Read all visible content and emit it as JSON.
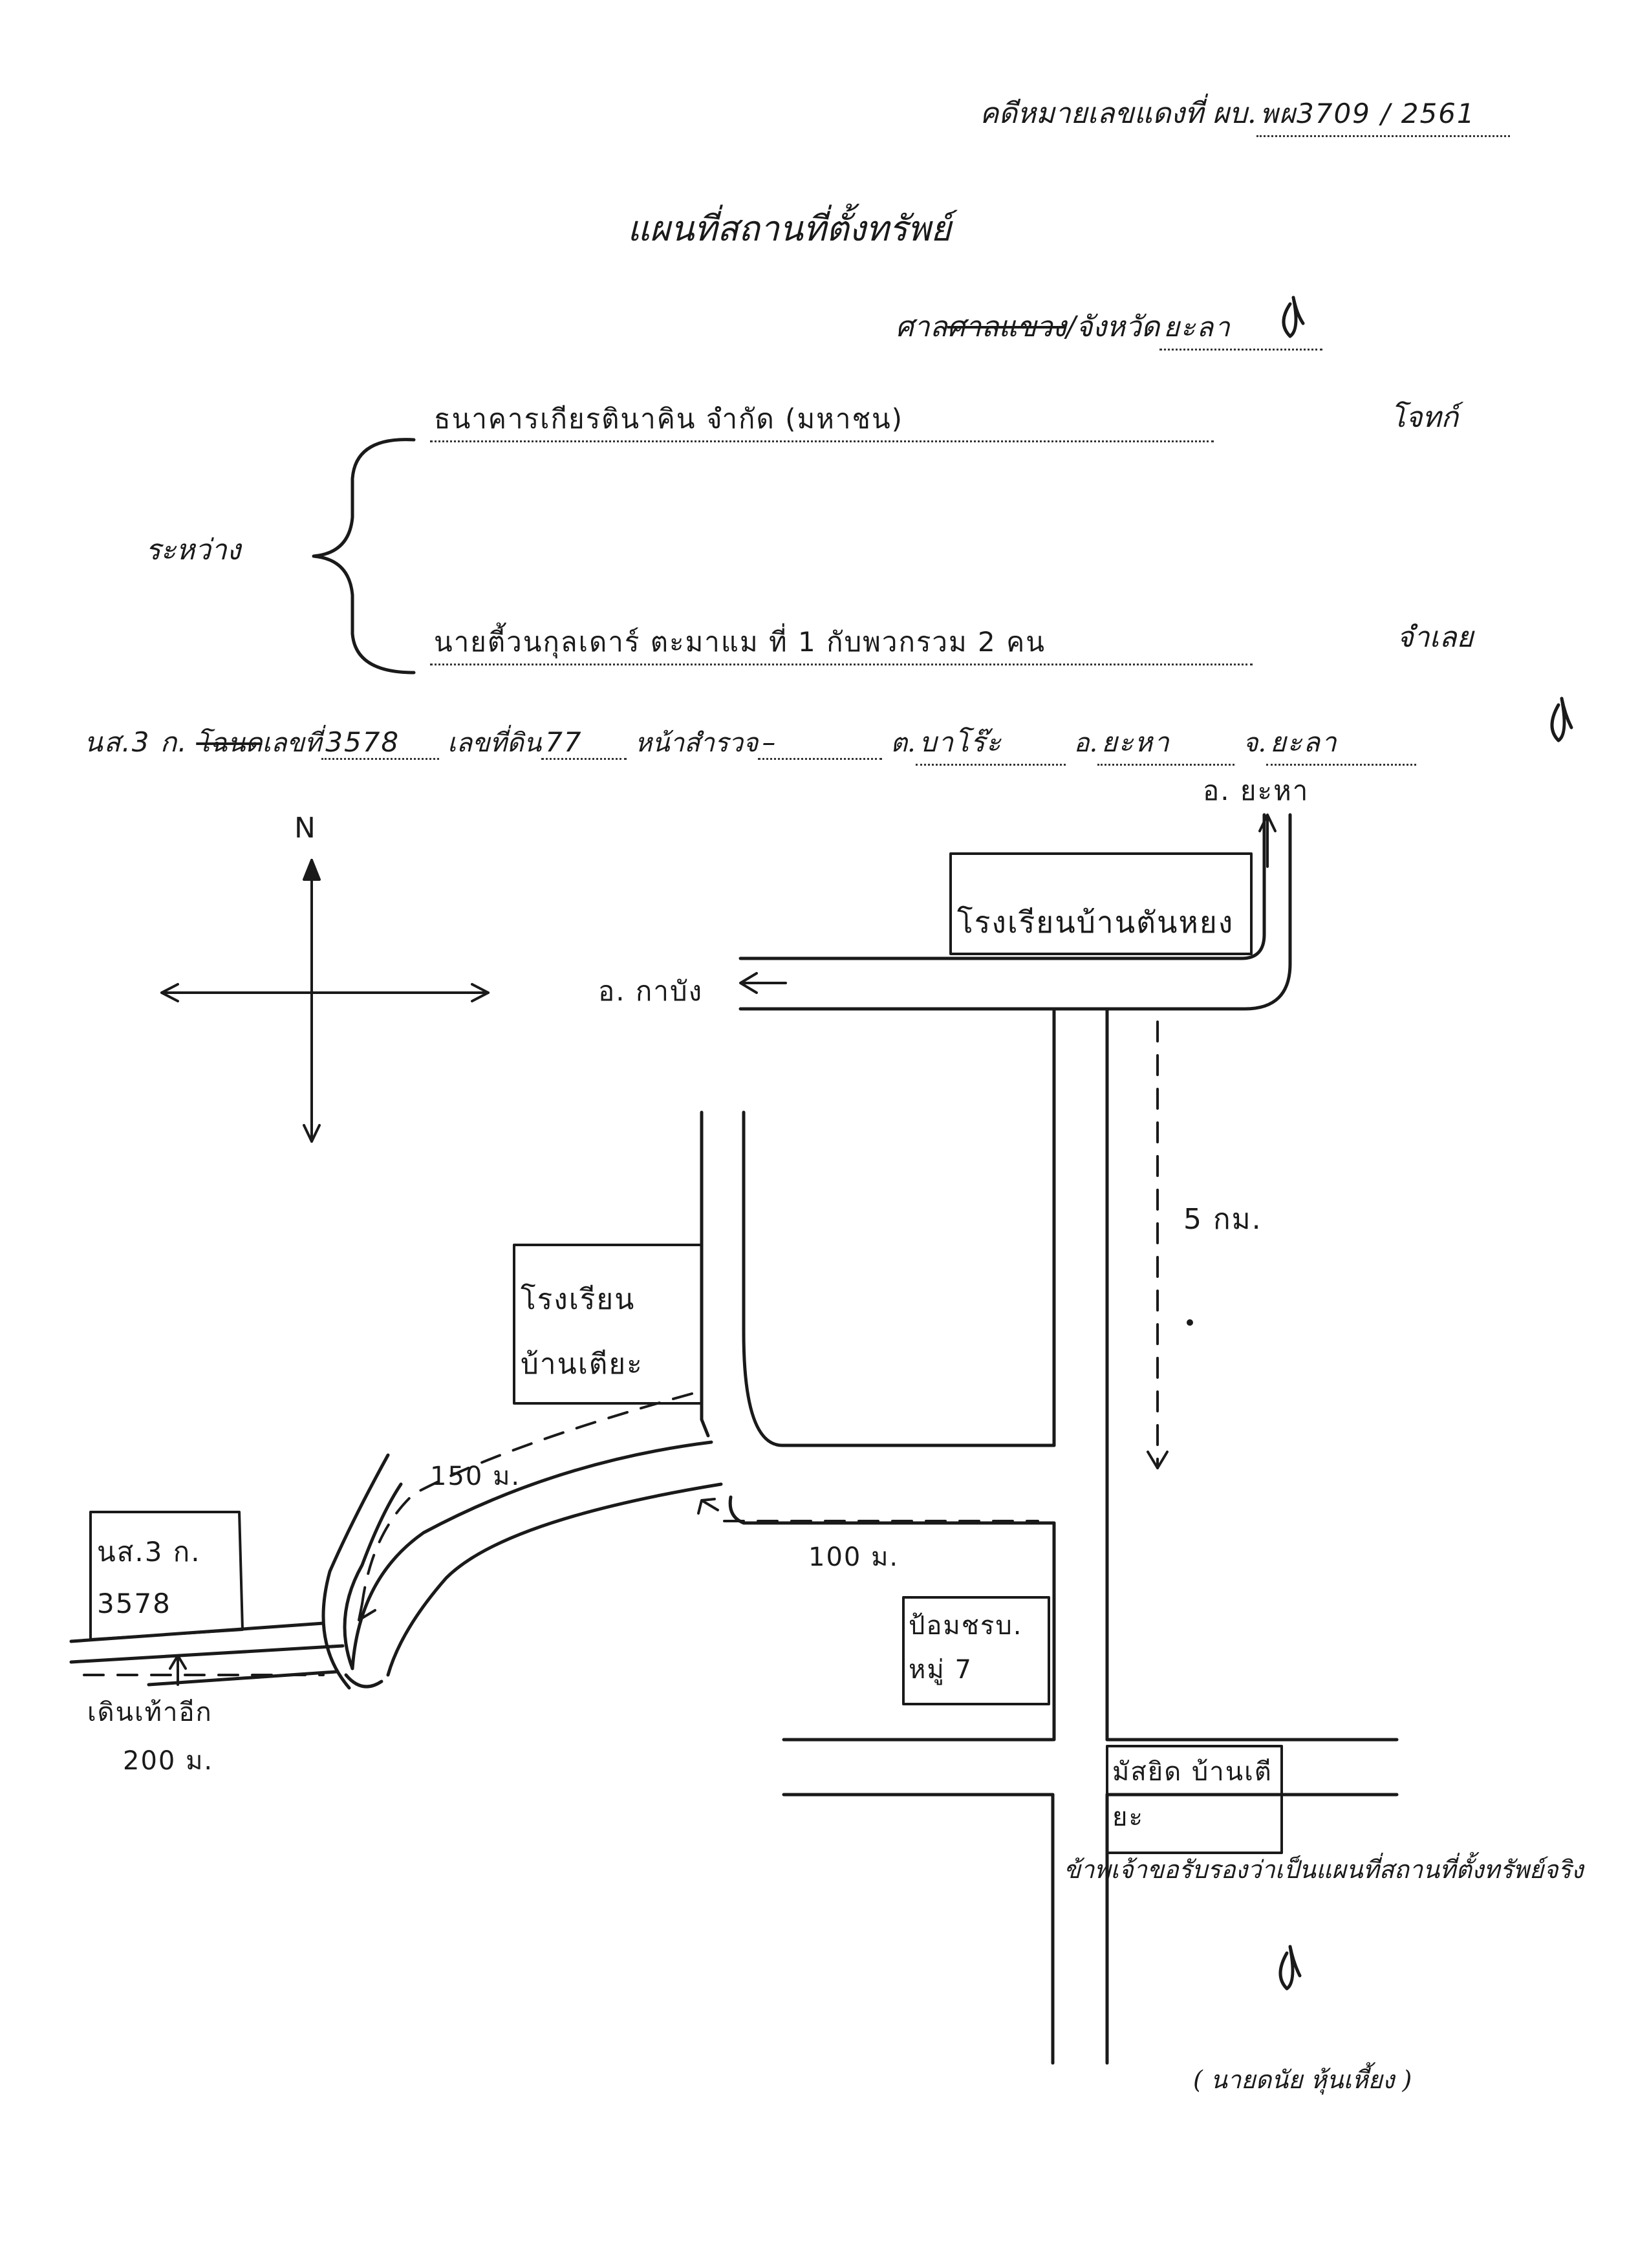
{
  "header": {
    "case_no_label": "คดีหมายเลขแดงที่ ผบ.",
    "case_no_value": "พผ3709 / 2561"
  },
  "title": "แผนที่สถานที่ตั้งทรัพย์",
  "court": {
    "label_struck": "ศาลแขวง",
    "label": "/จังหวัด",
    "value": "ยะลา",
    "prefix": "ศาล"
  },
  "parties": {
    "between_label": "ระหว่าง",
    "plaintiff_value": "ธนาคารเกียรตินาคิน จำกัด (มหาชน)",
    "plaintiff_label": "โจทก์",
    "defendant_value": "นายตี้วนกุลเดาร์ ตะมาแม ที่ 1 กับพวกรวม 2 คน",
    "defendant_label": "จำเลย"
  },
  "property": {
    "doc_type": "นส.3 ก.",
    "doc_struck": "โฉนด",
    "no_label": "เลขที่",
    "no_value": "3578",
    "land_no_label": "เลขที่ดิน",
    "land_no_value": "77",
    "survey_label": "หน้าสำรวจ",
    "survey_value": "–",
    "tambon_label": "ต.",
    "tambon_value": "บาโร๊ะ",
    "amphoe_label": "อ.",
    "amphoe_value": "ยะหา",
    "province_label": "จ.",
    "province_value": "ยะลา"
  },
  "map": {
    "north": "N",
    "to_yaha": "อ. ยะหา",
    "to_kabang": "อ. กาบัง",
    "school_top": "โรงเรียนบ้านตันหยง",
    "school_mid": "โรงเรียน บ้านเตียะ",
    "distance_5km": "5 กม.",
    "distance_150": "150 ม.",
    "distance_100": "100 ม.",
    "distance_200": "200 ม.",
    "walk_more": "เดินเท้าอีก",
    "police_post": "ป้อมชรบ. หมู่ 7",
    "mosque": "มัสยิด บ้านเตียะ",
    "parcel": "นส.3 ก. 3578"
  },
  "footer": {
    "certify": "ข้าพเจ้าขอรับรองว่าเป็นแผนที่สถานที่ตั้งทรัพย์จริง",
    "signer": "( นายดนัย หุ้นเหี้ยง )"
  }
}
